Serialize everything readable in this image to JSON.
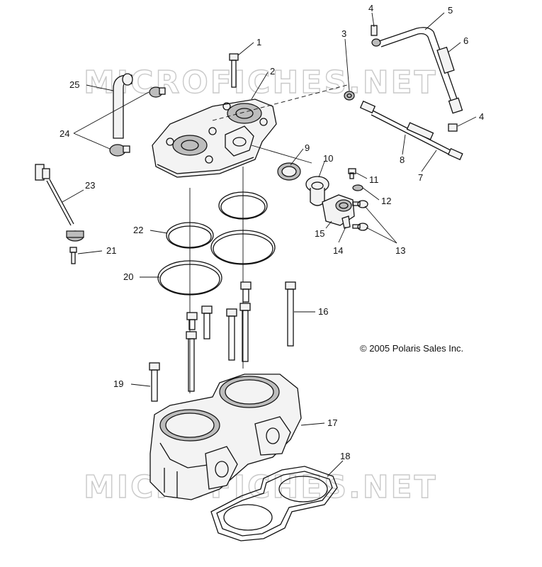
{
  "watermark": "MICROFICHES.NET",
  "copyright": "© 2005 Polaris Sales Inc.",
  "callouts": [
    {
      "id": "c1",
      "label": "1"
    },
    {
      "id": "c2",
      "label": "2"
    },
    {
      "id": "c3",
      "label": "3"
    },
    {
      "id": "c4a",
      "label": "4"
    },
    {
      "id": "c4b",
      "label": "4"
    },
    {
      "id": "c5",
      "label": "5"
    },
    {
      "id": "c6",
      "label": "6"
    },
    {
      "id": "c7",
      "label": "7"
    },
    {
      "id": "c8",
      "label": "8"
    },
    {
      "id": "c9",
      "label": "9"
    },
    {
      "id": "c10",
      "label": "10"
    },
    {
      "id": "c11",
      "label": "11"
    },
    {
      "id": "c12",
      "label": "12"
    },
    {
      "id": "c13",
      "label": "13"
    },
    {
      "id": "c14",
      "label": "14"
    },
    {
      "id": "c15",
      "label": "15"
    },
    {
      "id": "c16",
      "label": "16"
    },
    {
      "id": "c17",
      "label": "17"
    },
    {
      "id": "c18",
      "label": "18"
    },
    {
      "id": "c19",
      "label": "19"
    },
    {
      "id": "c20",
      "label": "20"
    },
    {
      "id": "c21",
      "label": "21"
    },
    {
      "id": "c22",
      "label": "22"
    },
    {
      "id": "c23",
      "label": "23"
    },
    {
      "id": "c24",
      "label": "24"
    },
    {
      "id": "c25",
      "label": "25"
    }
  ]
}
